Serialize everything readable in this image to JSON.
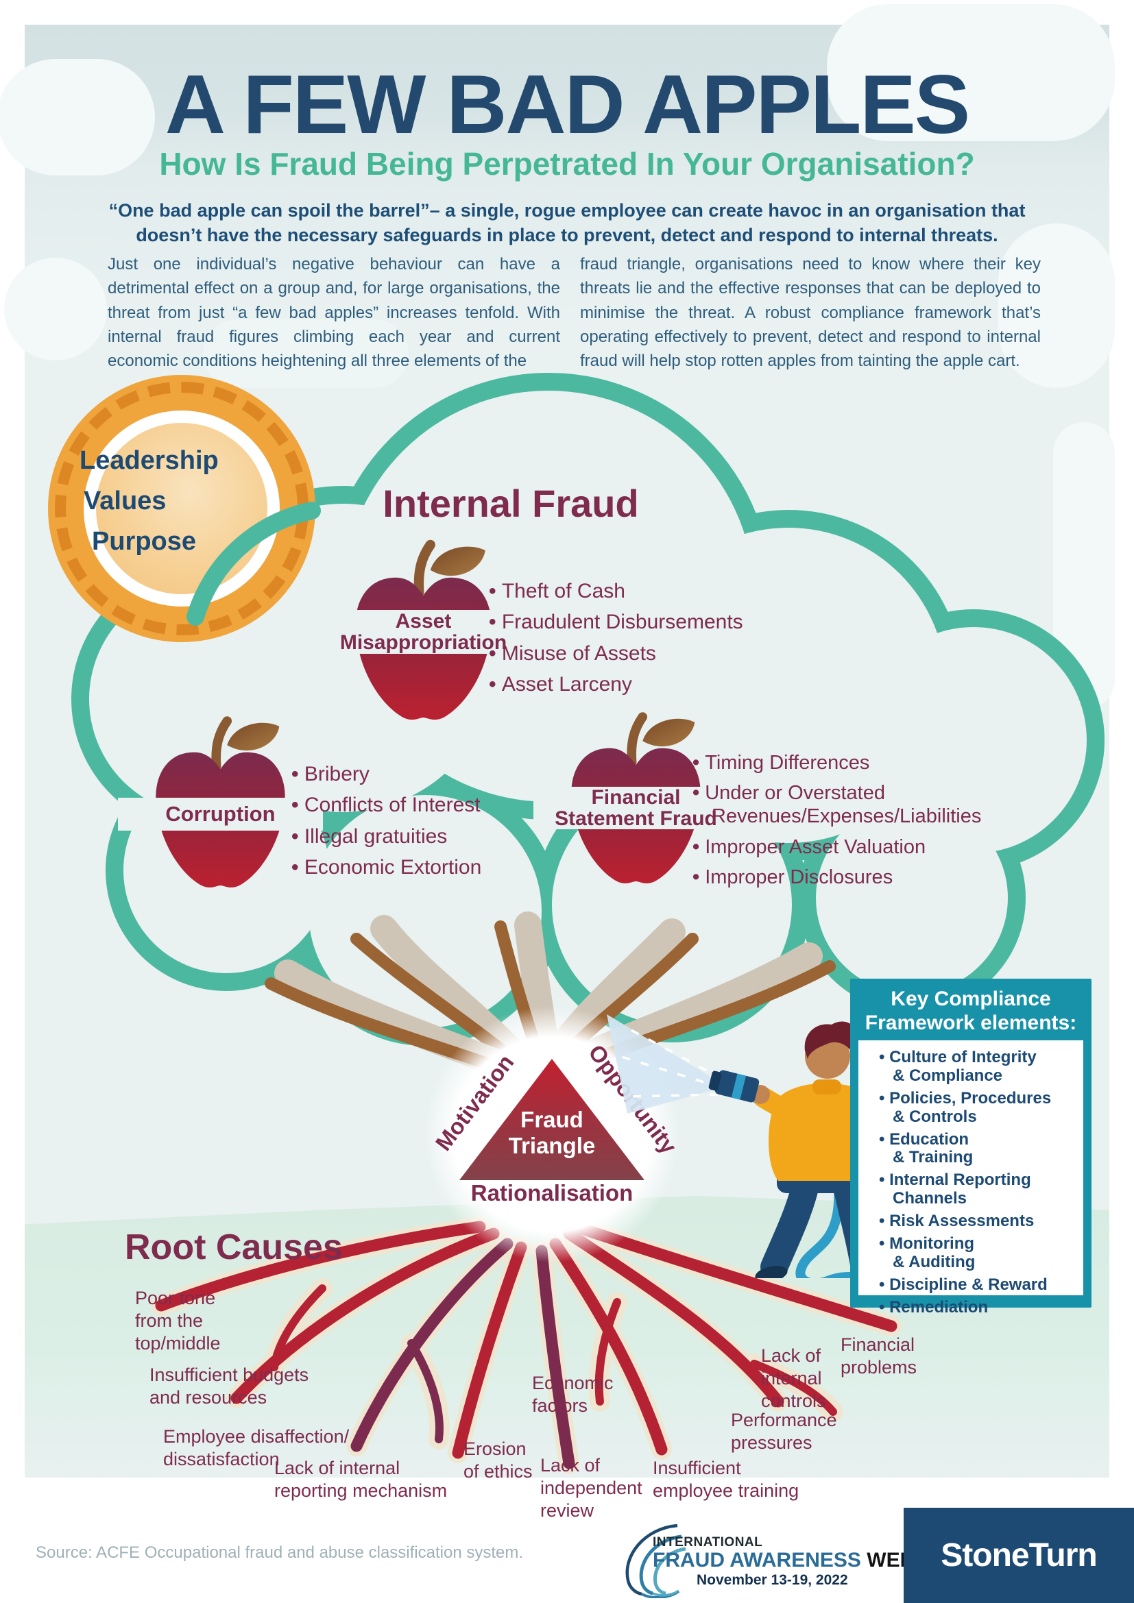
{
  "header": {
    "title": "A FEW BAD APPLES",
    "subtitle": "How Is Fraud Being Perpetrated In Your Organisation?",
    "quote": "“One bad apple can spoil the barrel”– a single, rogue employee can create havoc in an organisation that doesn’t have the necessary safeguards in place to prevent, detect and respond to internal threats.",
    "body_left": "Just one individual’s negative behaviour can have a detrimental effect on a group and, for large organisations, the threat from just “a few bad apples” increases tenfold. With internal fraud figures climbing each year and current economic conditions heightening all three elements of the",
    "body_right": "fraud triangle, organisations need to know where their key threats lie and the effective responses that can be deployed to minimise the threat. A robust compliance framework that’s operating effectively to prevent, detect and respond to internal fraud will help stop rotten apples from tainting the apple cart."
  },
  "sun": {
    "lines": [
      "Leadership",
      "Values",
      "Purpose"
    ]
  },
  "tree": {
    "title": "Internal Fraud",
    "apples": [
      {
        "label": "Asset\nMisappropriation",
        "bullets": [
          "Theft of Cash",
          "Fraudulent Disbursements",
          "Misuse of Assets",
          "Asset Larceny"
        ]
      },
      {
        "label": "Corruption",
        "bullets": [
          "Bribery",
          "Conflicts of Interest",
          "Illegal gratuities",
          "Economic Extortion"
        ]
      },
      {
        "label": "Financial\nStatement Fraud",
        "bullets": [
          "Timing Differences",
          "Under or Overstated\nRevenues/Expenses/Liabilities",
          "Improper Asset Valuation",
          "Improper Disclosures"
        ]
      }
    ]
  },
  "triangle": {
    "center": "Fraud\nTriangle",
    "left": "Motivation",
    "right": "Opportunity",
    "bottom": "Rationalisation"
  },
  "compliance": {
    "title": "Key Compliance\nFramework elements:",
    "items": [
      "Culture of Integrity\n& Compliance",
      "Policies, Procedures\n& Controls",
      "Education\n& Training",
      "Internal Reporting\nChannels",
      "Risk Assessments",
      "Monitoring\n& Auditing",
      "Discipline & Reward",
      "Remediation"
    ]
  },
  "roots": {
    "title": "Root Causes",
    "labels": [
      "Poor tone\nfrom the\ntop/middle",
      "Insufficient budgets\nand resources",
      "Employee disaffection/\ndissatisfaction",
      "Lack of internal\nreporting mechanism",
      "Erosion\nof ethics",
      "Lack of\nindependent\nreview",
      "Economic\nfactors",
      "Insufficient\nemployee training",
      "Performance\npressures",
      "Lack of\ninternal\ncontrols",
      "Financial\nproblems"
    ]
  },
  "footer": {
    "source": "Source: ACFE Occupational fraud and abuse classification system.",
    "logo": {
      "line1": "INTERNATIONAL",
      "line2a": "FRAUD AWARENESS",
      "line2b": " WEEK",
      "date": "November 13-19, 2022"
    },
    "brand": "StoneTurn"
  },
  "colors": {
    "accent_teal": "#4db8a0",
    "maroon": "#7e2b4e",
    "navy": "#24496e",
    "box_teal": "#1792a9",
    "apple_red": "#b42233",
    "sun_orange": "#f0a43c"
  }
}
